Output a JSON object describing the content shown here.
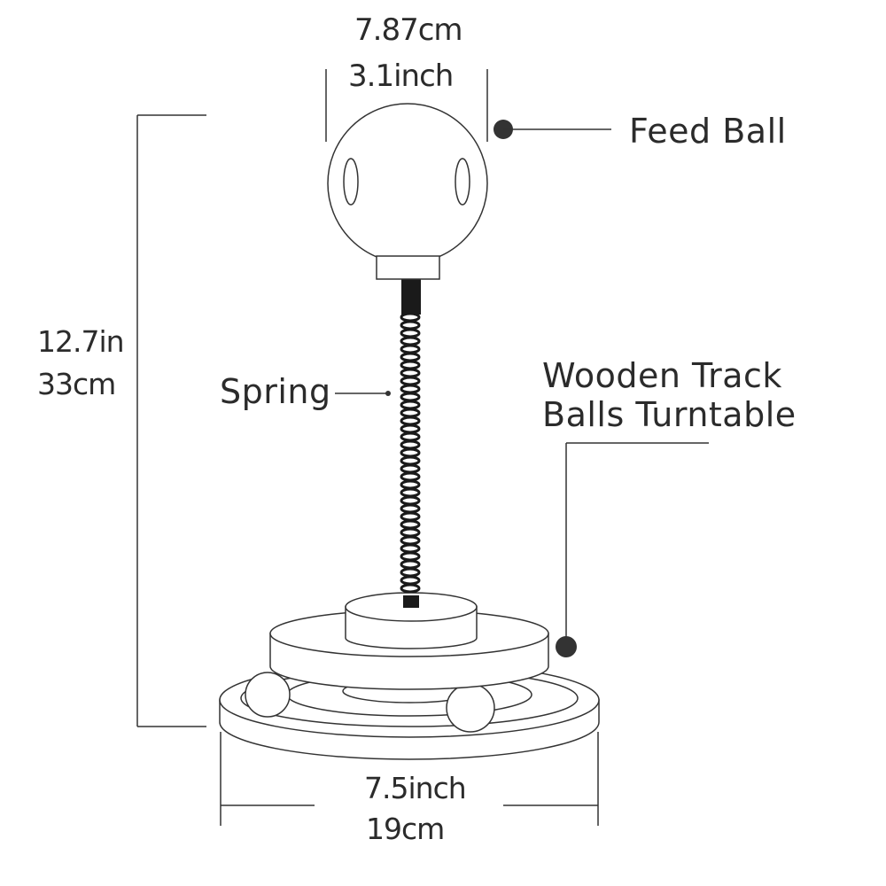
{
  "dimensions": {
    "ball_width_cm": "7.87cm",
    "ball_width_in": "3.1inch",
    "height_in": "12.7in",
    "height_cm": "33cm",
    "base_width_in": "7.5inch",
    "base_width_cm": "19cm"
  },
  "callouts": {
    "feed_ball": "Feed Ball",
    "spring": "Spring",
    "turntable_line1": "Wooden Track",
    "turntable_line2": "Balls Turntable"
  },
  "colors": {
    "outline": "#333333",
    "text": "#2b2b2b",
    "spring": "#1a1a1a"
  }
}
